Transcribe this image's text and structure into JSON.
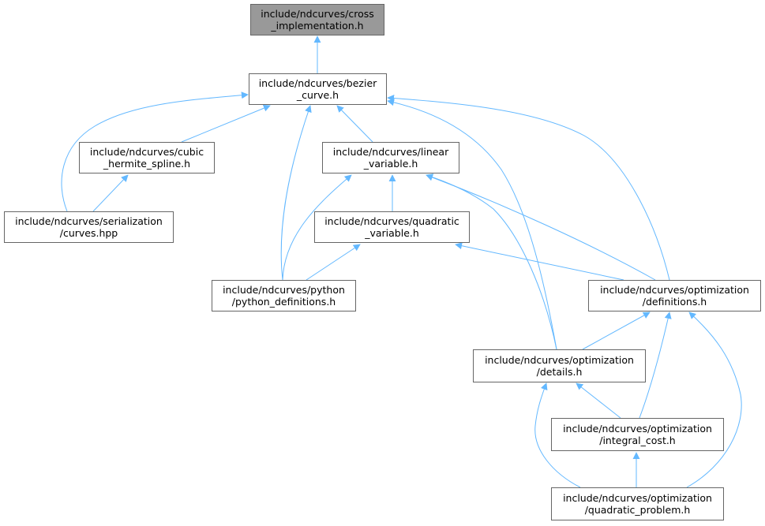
{
  "graph": {
    "nodes": [
      {
        "id": "cross",
        "lines": [
          "include/ndcurves/cross",
          "_implementation.h"
        ],
        "current": true
      },
      {
        "id": "bezier",
        "lines": [
          "include/ndcurves/bezier",
          "_curve.h"
        ]
      },
      {
        "id": "cubic",
        "lines": [
          "include/ndcurves/cubic",
          "_hermite_spline.h"
        ]
      },
      {
        "id": "linear",
        "lines": [
          "include/ndcurves/linear",
          "_variable.h"
        ]
      },
      {
        "id": "serialization",
        "lines": [
          "include/ndcurves/serialization",
          "/curves.hpp"
        ]
      },
      {
        "id": "quadratic",
        "lines": [
          "include/ndcurves/quadratic",
          "_variable.h"
        ]
      },
      {
        "id": "python",
        "lines": [
          "include/ndcurves/python",
          "/python_definitions.h"
        ]
      },
      {
        "id": "optdef",
        "lines": [
          "include/ndcurves/optimization",
          "/definitions.h"
        ]
      },
      {
        "id": "optdet",
        "lines": [
          "include/ndcurves/optimization",
          "/details.h"
        ]
      },
      {
        "id": "optint",
        "lines": [
          "include/ndcurves/optimization",
          "/integral_cost.h"
        ]
      },
      {
        "id": "optquad",
        "lines": [
          "include/ndcurves/optimization",
          "/quadratic_problem.h"
        ]
      }
    ],
    "edges": [
      {
        "from": "bezier",
        "to": "cross"
      },
      {
        "from": "serialization",
        "to": "bezier"
      },
      {
        "from": "cubic",
        "to": "bezier"
      },
      {
        "from": "python",
        "to": "bezier"
      },
      {
        "from": "linear",
        "to": "bezier"
      },
      {
        "from": "optdet",
        "to": "bezier"
      },
      {
        "from": "optdef",
        "to": "bezier"
      },
      {
        "from": "serialization",
        "to": "cubic"
      },
      {
        "from": "quadratic",
        "to": "linear"
      },
      {
        "from": "python",
        "to": "linear"
      },
      {
        "from": "optdet",
        "to": "linear"
      },
      {
        "from": "optdef",
        "to": "linear"
      },
      {
        "from": "python",
        "to": "quadratic"
      },
      {
        "from": "optdef",
        "to": "quadratic"
      },
      {
        "from": "optdet",
        "to": "optdef"
      },
      {
        "from": "optint",
        "to": "optdef"
      },
      {
        "from": "optquad",
        "to": "optdef"
      },
      {
        "from": "optint",
        "to": "optdet"
      },
      {
        "from": "optquad",
        "to": "optdet"
      },
      {
        "from": "optquad",
        "to": "optint"
      }
    ],
    "edge_color": "#63b8ff",
    "node_border_color": "#666666",
    "current_node_fill": "#999999"
  }
}
